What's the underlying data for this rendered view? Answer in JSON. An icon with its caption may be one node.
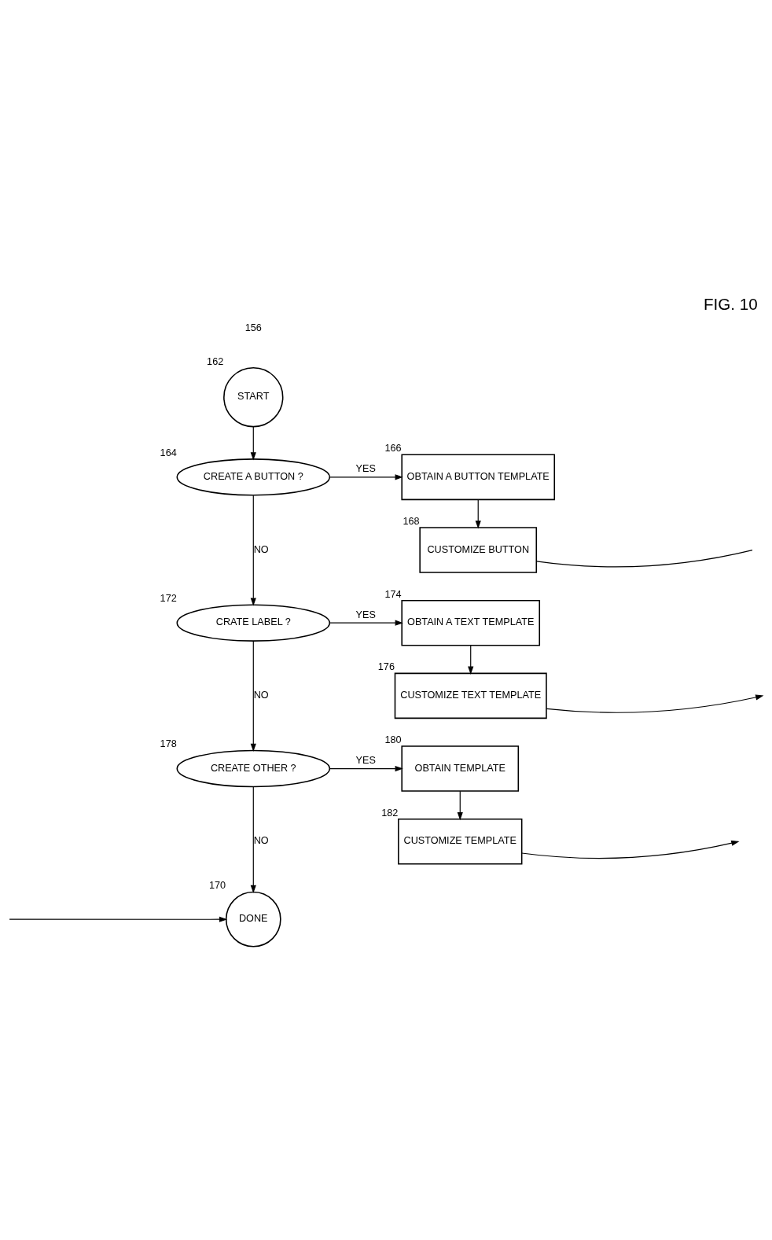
{
  "diagram": {
    "title": "FIG. 10",
    "nodes": [
      {
        "text": [
          "START"
        ],
        "beside": [
          "162"
        ]
      },
      {
        "text": [
          "CREATE A BUTTON ?"
        ],
        "beside": [
          "164"
        ]
      },
      {
        "text": [
          "OBTAIN A BUTTON TEMPLATE"
        ],
        "beside": [
          "166"
        ]
      },
      {
        "text": [
          "CUSTOMIZE BUTTON"
        ],
        "beside": [
          "168"
        ]
      },
      {
        "text": [
          "CRATE LABEL ?"
        ],
        "beside": [
          "172"
        ]
      },
      {
        "text": [
          "OBTAIN A TEXT TEMPLATE"
        ],
        "beside": [
          "174"
        ]
      },
      {
        "text": [
          "CUSTOMIZE TEXT TEMPLATE"
        ],
        "beside": [
          "176"
        ]
      },
      {
        "text": [
          "CREATE OTHER ?"
        ],
        "beside": [
          "178"
        ]
      },
      {
        "text": [
          "OBTAIN TEMPLATE"
        ],
        "beside": [
          "180"
        ]
      },
      {
        "text": [
          "CUSTOMIZE TEMPLATE"
        ],
        "beside": [
          "182"
        ]
      },
      {
        "text": [
          "DONE"
        ],
        "beside": [
          "170"
        ]
      }
    ],
    "edges": [
      {
        "from": 0,
        "to": 1,
        "arrow": "to"
      },
      {
        "from": 1,
        "to": 2,
        "arrow": "to",
        "label": "YES"
      },
      {
        "from": 2,
        "to": 3,
        "arrow": "to"
      },
      {
        "from": 1,
        "to": 4,
        "arrow": "to",
        "label": "NO"
      },
      {
        "from": 4,
        "to": 5,
        "arrow": "to",
        "label": "YES"
      },
      {
        "from": 5,
        "to": 6,
        "arrow": "to"
      },
      {
        "from": 4,
        "to": 7,
        "arrow": "to",
        "label": "NO"
      },
      {
        "from": 7,
        "to": 8,
        "arrow": "to",
        "label": "YES"
      },
      {
        "from": 8,
        "to": 9,
        "arrow": "to"
      },
      {
        "from": 7,
        "to": 10,
        "arrow": "to",
        "label": "NO"
      },
      {
        "from": 3,
        "to": null,
        "arrow": "none"
      },
      {
        "from": 6,
        "to": null,
        "arrow": "to"
      },
      {
        "from": 9,
        "to": null,
        "arrow": "to"
      },
      {
        "from": null,
        "to": 10,
        "arrow": "to"
      }
    ],
    "labels": [
      "156"
    ]
  }
}
